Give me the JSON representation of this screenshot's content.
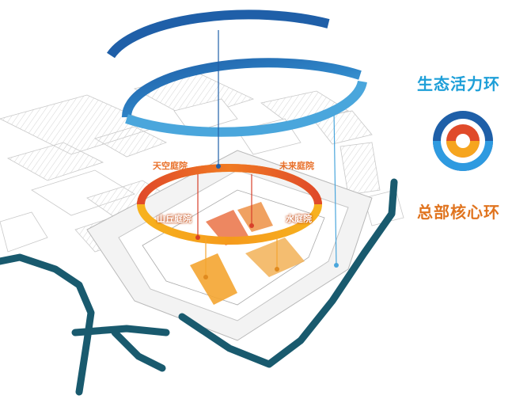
{
  "colors": {
    "outer_ring_dark": "#1f5fa8",
    "outer_ring_light": "#4aa6dc",
    "core_ring_orange": "#f07a22",
    "core_ring_red": "#d8402a",
    "core_ring_amber": "#f6a51f",
    "road_dark": "#195a6e",
    "court_fill": "#f4a531"
  },
  "labels": {
    "court_tiankong": "天空庭院",
    "court_weilai": "未来庭院",
    "court_shanqiu": "山丘庭院",
    "court_shui": "水庭院"
  },
  "legend": {
    "vitality_ring": "生态活力环",
    "hq_core_ring": "总部核心环",
    "vitality_color": "#1e9fd8",
    "core_color": "#e0741f"
  }
}
